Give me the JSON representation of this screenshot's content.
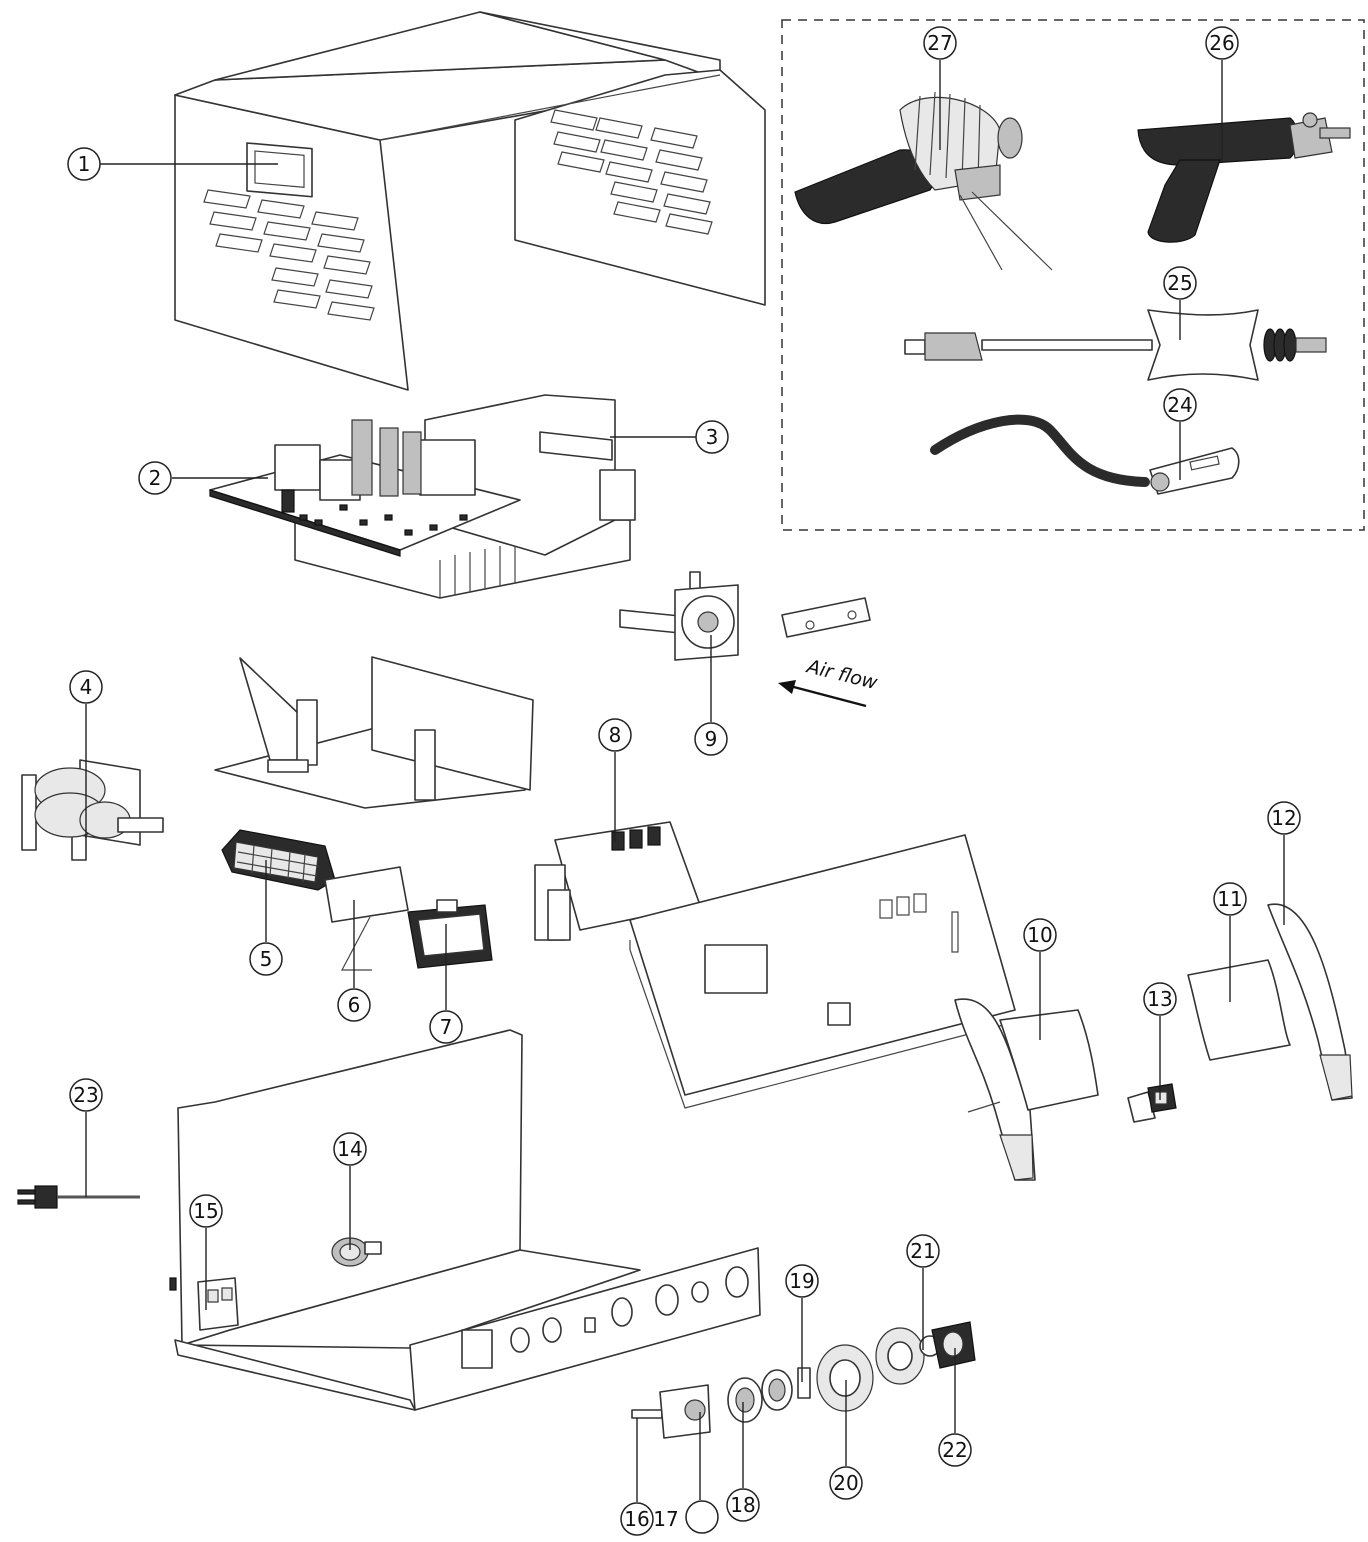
{
  "diagram": {
    "airflow_label": "Air flow",
    "parts": [
      {
        "number": "1"
      },
      {
        "number": "2"
      },
      {
        "number": "3"
      },
      {
        "number": "4"
      },
      {
        "number": "5"
      },
      {
        "number": "6"
      },
      {
        "number": "7"
      },
      {
        "number": "8"
      },
      {
        "number": "9"
      },
      {
        "number": "10"
      },
      {
        "number": "11"
      },
      {
        "number": "12"
      },
      {
        "number": "13"
      },
      {
        "number": "14"
      },
      {
        "number": "15"
      },
      {
        "number": "16"
      },
      {
        "number": "17"
      },
      {
        "number": "18"
      },
      {
        "number": "19"
      },
      {
        "number": "20"
      },
      {
        "number": "21"
      },
      {
        "number": "22"
      },
      {
        "number": "23"
      },
      {
        "number": "24"
      },
      {
        "number": "25"
      },
      {
        "number": "26"
      },
      {
        "number": "27"
      }
    ]
  }
}
